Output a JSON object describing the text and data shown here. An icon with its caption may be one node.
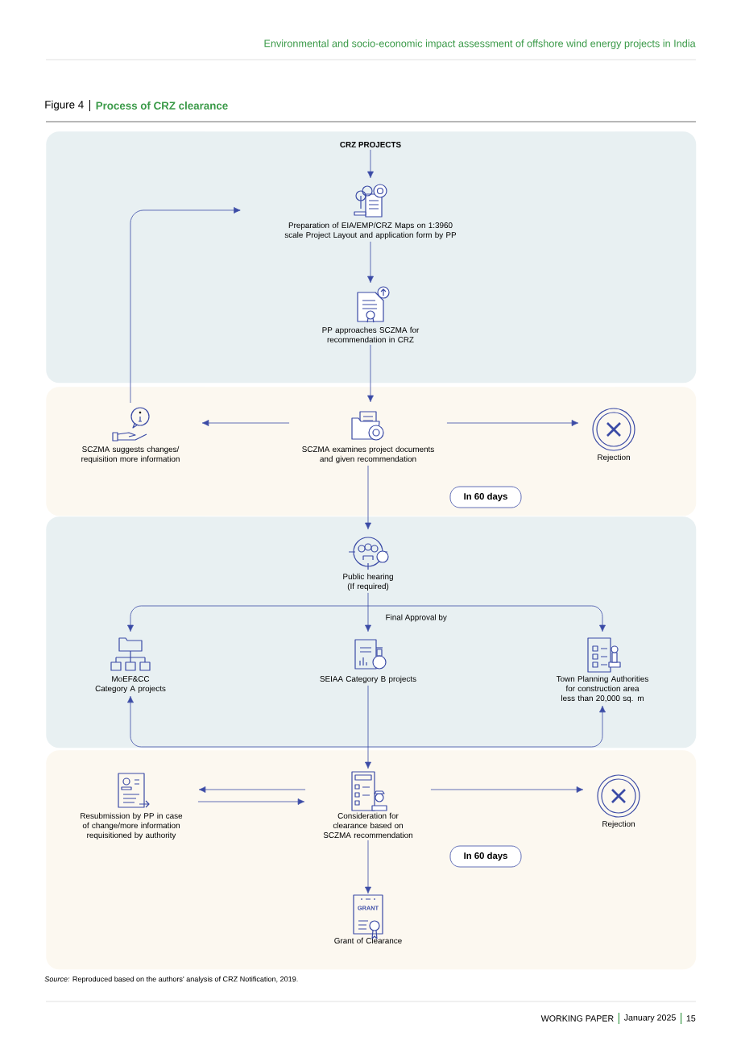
{
  "diagram": {
    "title": "Process of CRZ clearance",
    "caption": "*Source:* Reproduced based on the authors' analysis of CRZ Notification, 2019.",
    "nodes": [
      {
        "text": [],
        "shape": "box"
      },
      {
        "text": [
          "CRZ PROJECTS"
        ],
        "in": 0
      },
      {
        "text": [
          "Preparation of EIA/EMP/CRZ Maps on 1:3960 scale Project Layout and application form by PP"
        ],
        "in": 0
      },
      {
        "text": [
          "PP approaches SCZMA for recommendation in CRZ"
        ],
        "in": 0
      },
      {
        "text": [],
        "shape": "box"
      },
      {
        "text": [
          "SCZMA suggests changes/ requisition more information"
        ],
        "in": 4
      },
      {
        "text": [
          "SCZMA examines project documents and given recommendation"
        ],
        "in": 4
      },
      {
        "text": [
          "Rejection"
        ],
        "in": 4
      },
      {
        "text": [
          "In 60 days"
        ],
        "in": 4
      },
      {
        "text": [],
        "shape": "box"
      },
      {
        "text": [
          "Public hearing (If required)"
        ],
        "in": 9
      },
      {
        "text": [
          "MoEF&CC Category A projects"
        ],
        "in": 9
      },
      {
        "text": [
          "SEIAA Category B projects"
        ],
        "in": 9
      },
      {
        "text": [
          "Town Planning Authorities for construction area less than 20,000 sq. m"
        ],
        "in": 9
      },
      {
        "text": [],
        "shape": "box"
      },
      {
        "text": [
          "Resubmission by PP in case of change/more information requisitioned by authority"
        ],
        "in": 14
      },
      {
        "text": [
          "Consideration for clearance based on SCZMA recommendation"
        ],
        "in": 14
      },
      {
        "text": [
          "Rejection"
        ],
        "in": 14
      },
      {
        "text": [
          "In 60 days"
        ],
        "in": 14
      },
      {
        "text": [
          "Grant of Clearance"
        ],
        "in": 14
      }
    ],
    "edges": [
      {
        "from": 1,
        "to": 2,
        "arrow": "to"
      },
      {
        "from": 2,
        "to": 3,
        "arrow": "to"
      },
      {
        "from": 3,
        "to": 6,
        "arrow": "to"
      },
      {
        "from": 6,
        "to": 5,
        "arrow": "to"
      },
      {
        "from": 6,
        "to": 7,
        "arrow": "to"
      },
      {
        "from": 5,
        "to": 2,
        "arrow": "to"
      },
      {
        "from": 6,
        "to": 10,
        "arrow": "to"
      },
      {
        "from": 10,
        "to": 11,
        "arrow": "to"
      },
      {
        "from": 10,
        "to": 12,
        "arrow": "to",
        "label": "Final Approval by"
      },
      {
        "from": 10,
        "to": 13,
        "arrow": "to"
      },
      {
        "from": 12,
        "to": 16,
        "arrow": "to"
      },
      {
        "from": 12,
        "to": 11,
        "arrow": "to"
      },
      {
        "from": 12,
        "to": 13,
        "arrow": "to"
      },
      {
        "from": 16,
        "to": 15,
        "arrow": "to"
      },
      {
        "from": 15,
        "to": 16,
        "arrow": "to"
      },
      {
        "from": 16,
        "to": 17,
        "arrow": "to"
      },
      {
        "from": 16,
        "to": 19,
        "arrow": "to"
      }
    ],
    "labels": [
      "Environmental and socio-economic impact assessment of offshore wind energy projects in India",
      "Figure 4",
      "GRANT",
      "WORKING PAPER",
      "January 2025",
      "15"
    ]
  }
}
